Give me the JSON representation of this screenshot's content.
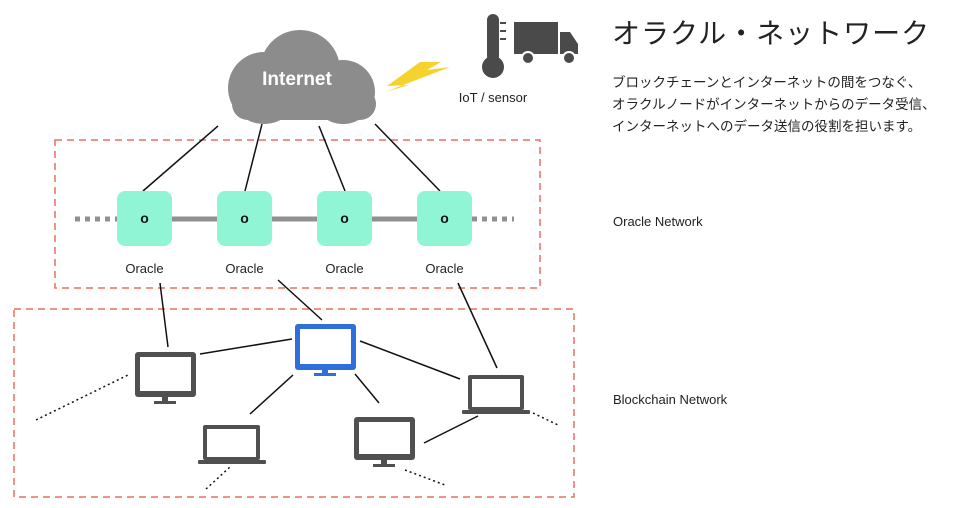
{
  "title": "オラクル・ネットワーク",
  "description_lines": [
    "ブロックチェーンとインターネットの間をつなぐ、",
    "オラクルノードがインターネットからのデータ受信、",
    "インターネットへのデータ送信の役割を担います。"
  ],
  "labels": {
    "oracle_network": "Oracle Network",
    "blockchain_network": "Blockchain Network"
  },
  "cloud_label": "Internet",
  "iot_label": "IoT / sensor",
  "oracle_node_glyph": "o",
  "oracle_nodes": [
    "Oracle",
    "Oracle",
    "Oracle",
    "Oracle"
  ],
  "colors": {
    "cloud": "#8c8c8c",
    "oracle_node": "#8ff5d4",
    "highlight_monitor": "#2f6fdb",
    "device": "#505050",
    "dashed_border": "#e8715d",
    "lightning": "#f5d22e"
  },
  "icons": [
    "cloud-icon",
    "lightning-icon",
    "thermometer-icon",
    "truck-icon",
    "desktop-monitor-icon",
    "laptop-icon"
  ]
}
